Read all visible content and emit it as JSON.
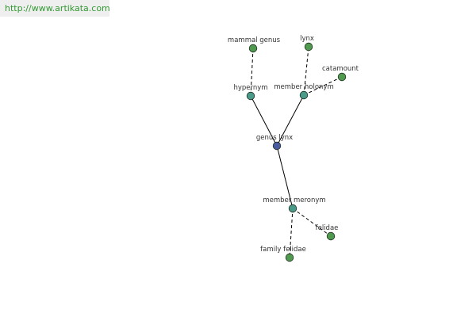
{
  "watermark": "http://www.artikata.com",
  "colors": {
    "center_node": "#4a5aa0",
    "relation_node": "#4a9a8a",
    "leaf_node": "#4f9a4f",
    "edge": "#000000"
  },
  "graph": {
    "center": {
      "id": "genus-lynx",
      "label": "genus lynx"
    },
    "relations": [
      {
        "id": "hypernym",
        "label": "hypernym"
      },
      {
        "id": "member-holonym",
        "label": "member holonym"
      },
      {
        "id": "member-meronym",
        "label": "member meronym"
      }
    ],
    "leaves": [
      {
        "id": "mammal-genus",
        "label": "mammal genus",
        "relation": "hypernym"
      },
      {
        "id": "lynx",
        "label": "lynx",
        "relation": "member-holonym"
      },
      {
        "id": "catamount",
        "label": "catamount",
        "relation": "member-holonym"
      },
      {
        "id": "felidae",
        "label": "felidae",
        "relation": "member-meronym"
      },
      {
        "id": "family-felidae",
        "label": "family felidae",
        "relation": "member-meronym"
      }
    ]
  }
}
